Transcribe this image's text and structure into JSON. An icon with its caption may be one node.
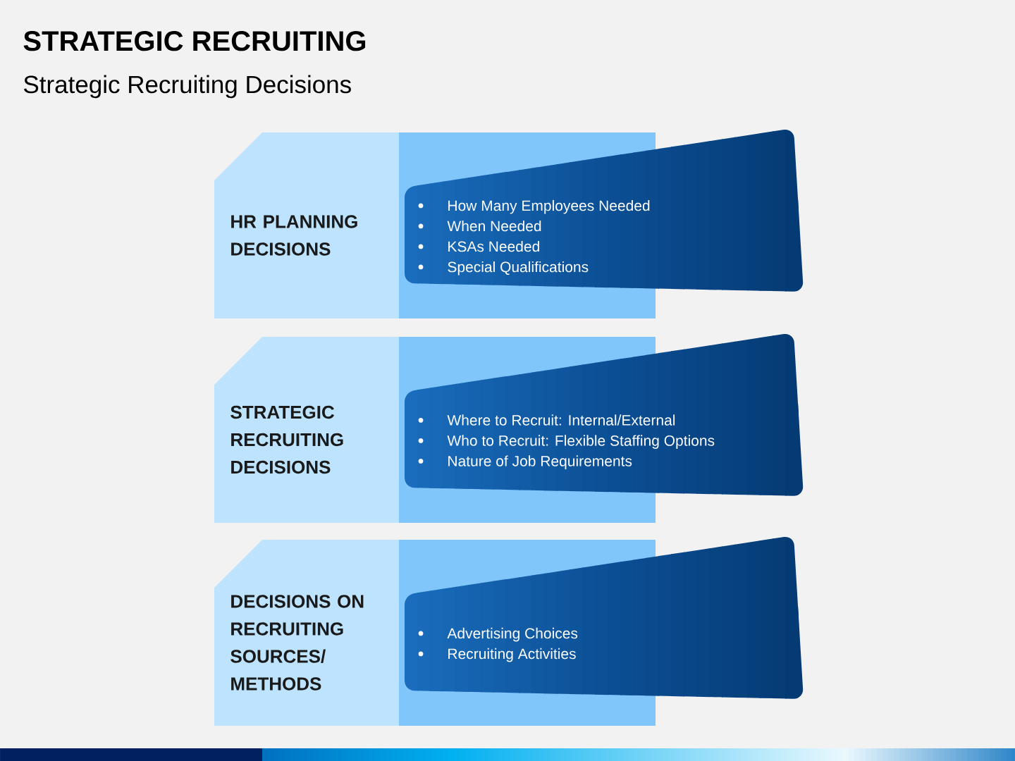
{
  "diagram": {
    "title": "STRATEGIC RECRUITING",
    "nodes": [
      {
        "text": [
          "HR PLANNING DECISIONS"
        ]
      },
      {
        "text": [
          "How Many Employees Needed",
          "When Needed",
          "KSAs Needed",
          "Special Qualifications"
        ]
      },
      {
        "text": [
          "STRATEGIC RECRUITING DECISIONS"
        ]
      },
      {
        "text": [
          "Where to Recruit: Internal/External",
          "Who to Recruit: Flexible Staffing Options",
          "Nature of Job Requirements"
        ]
      },
      {
        "text": [
          "DECISIONS ON RECRUITING SOURCES/ METHODS"
        ]
      },
      {
        "text": [
          "Advertising Choices",
          "Recruiting Activities"
        ]
      }
    ],
    "labels": [
      "Strategic Recruiting Decisions"
    ]
  }
}
